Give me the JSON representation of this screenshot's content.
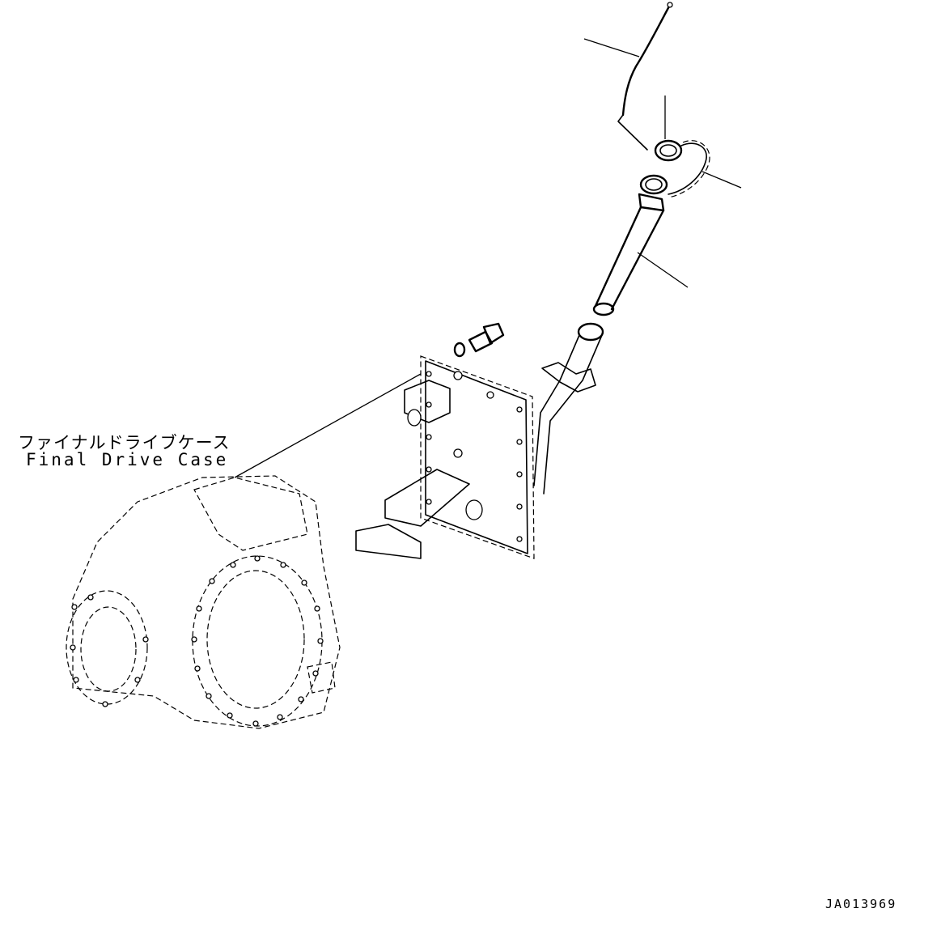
{
  "labels": {
    "final_drive_case_jp": "ファイナルドライブケース",
    "final_drive_case_en": "Final Drive Case"
  },
  "drawing_id": "JA013969",
  "colors": {
    "line": "#000000",
    "background": "#ffffff"
  }
}
